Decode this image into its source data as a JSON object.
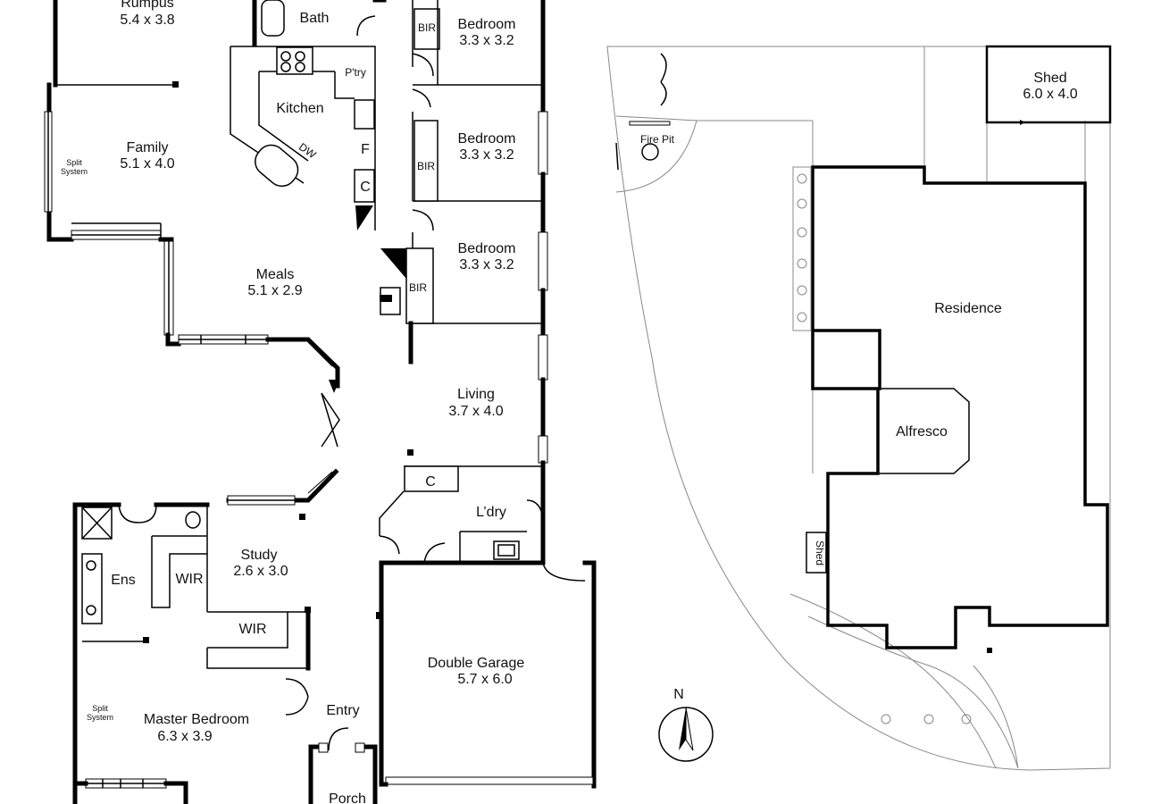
{
  "plan": {
    "rooms": {
      "rumpus": {
        "name": "Rumpus",
        "size": "5.4 x 3.8"
      },
      "bath": {
        "name": "Bath"
      },
      "bedroom1": {
        "name": "Bedroom",
        "size": "3.3 x 3.2"
      },
      "bedroom2": {
        "name": "Bedroom",
        "size": "3.3 x 3.2"
      },
      "bedroom3": {
        "name": "Bedroom",
        "size": "3.3 x 3.2"
      },
      "kitchen": {
        "name": "Kitchen"
      },
      "pantry": {
        "name": "P'try"
      },
      "family": {
        "name": "Family",
        "size": "5.1 x 4.0"
      },
      "meals": {
        "name": "Meals",
        "size": "5.1 x 2.9"
      },
      "living": {
        "name": "Living",
        "size": "3.7 x 4.0"
      },
      "laundry": {
        "name": "L’dry"
      },
      "study": {
        "name": "Study",
        "size": "2.6 x 3.0"
      },
      "ensuite": {
        "name": "Ens"
      },
      "wir1": {
        "name": "WIR"
      },
      "wir2": {
        "name": "WIR"
      },
      "master": {
        "name": "Master Bedroom",
        "size": "6.3 x 3.9"
      },
      "entry": {
        "name": "Entry"
      },
      "porch": {
        "name": "Porch"
      },
      "garage": {
        "name": "Double Garage",
        "size": "5.7 x 6.0"
      }
    },
    "fixtures": {
      "bir1": "BIR",
      "bir2": "BIR",
      "bir3": "BIR",
      "dw": "DW",
      "fridge": "F",
      "cupboard1": "C",
      "cupboard2": "C",
      "split1_a": "Split",
      "split1_b": "System",
      "split2_a": "Split",
      "split2_b": "System"
    }
  },
  "site": {
    "shed_large": {
      "name": "Shed",
      "size": "6.0 x 4.0"
    },
    "fire_pit": "Fire Pit",
    "residence": "Residence",
    "alfresco": "Alfresco",
    "shed_small": "Shed",
    "north": "N"
  }
}
